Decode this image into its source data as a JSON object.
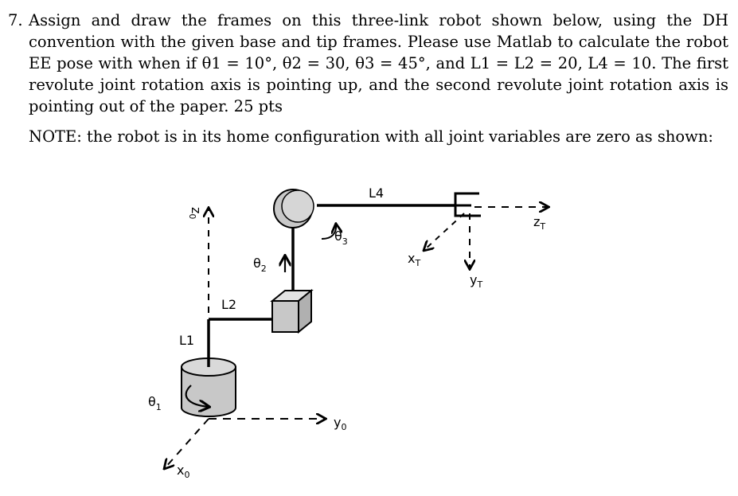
{
  "problem": {
    "number": "7.",
    "text": "Assign and draw the frames on this three-link robot shown below, using the DH convention with the given base and tip frames. Please use Matlab to calculate the robot EE pose with when if θ1 = 10°, θ2 = 30, θ3 = 45°, and L1 = L2 = 20, L4 = 10. The first revolute joint rotation axis is pointing up, and the second revolute joint rotation axis is pointing out of the paper. 25 pts",
    "note": "NOTE: the robot is in its home configuration with all joint variables are zero as shown:"
  },
  "diagram": {
    "labels": {
      "z0": "z",
      "z0_sub": "0",
      "x0": "x",
      "x0_sub": "0",
      "y0": "y",
      "y0_sub": "0",
      "L1": "L1",
      "L2": "L2",
      "L4": "L4",
      "theta1": "θ",
      "theta1_sub": "1",
      "theta2": "θ",
      "theta2_sub": "2",
      "theta3": "θ",
      "theta3_sub": "3",
      "zT": "z",
      "zT_sub": "T",
      "yT": "y",
      "yT_sub": "T",
      "xT": "x",
      "xT_sub": "T"
    }
  }
}
